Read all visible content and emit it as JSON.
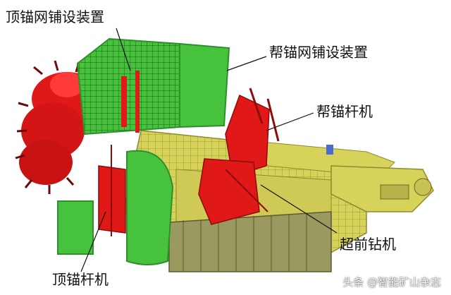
{
  "labels": {
    "roof_mesh_device": "顶锚网铺设装置",
    "side_mesh_device": "帮锚网铺设装置",
    "side_bolter": "帮锚杆机",
    "advance_drill": "超前钻机",
    "roof_bolter": "顶锚杆机"
  },
  "watermark": "头条 @智能矿山杂志",
  "colors": {
    "green": "#46c23c",
    "green_dark": "#2f8f2a",
    "yellow": "#d7d25a",
    "yellow_dark": "#8f8a2c",
    "red": "#e01818",
    "red_dark": "#8e0b0b",
    "steel": "#7b8088"
  }
}
